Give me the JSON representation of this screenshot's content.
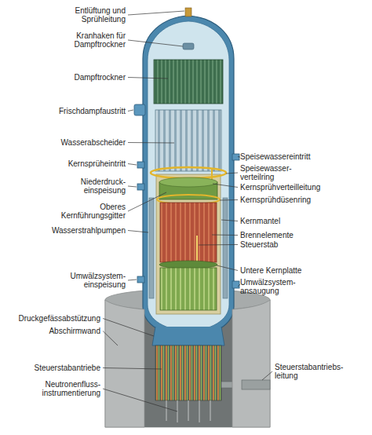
{
  "diagram": {
    "labels": [
      "Entlüftung und Sprühleitung",
      "Kranhaken für Dampftrockner",
      "Dampftrockner",
      "Frischdampfaustritt",
      "Wasserabscheider",
      "Kernsprüheintritt",
      "Niederdruck- einspeisung",
      "Oberes Kernführungsgitter",
      "Wasserstrahlpumpen",
      "Umwälzsystem- einspeisung",
      "Druckgefässabstützung",
      "Abschirmwand",
      "Steuerstabantriebe",
      "Neutronenfluss- instrumentierung",
      "Speisewassereintritt",
      "Speisewasser- verteilring",
      "Kernsprühverteilleitung",
      "Kernsprühdüsenring",
      "Kernmantel",
      "Brennelemente",
      "Steuerstab",
      "Untere Kernplatte",
      "Umwälzsystem- ansaugung",
      "Steuerstabantriebs- leitung"
    ]
  }
}
